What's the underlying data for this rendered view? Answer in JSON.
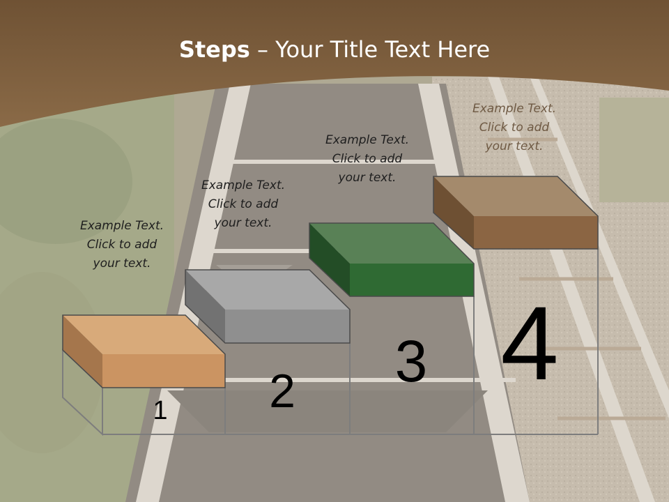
{
  "slide": {
    "title_bold": "Steps",
    "title_rest": " – Your Title Text Here"
  },
  "steps": [
    {
      "number": "1",
      "line1": "Example Text.",
      "line2": "Click  to add",
      "line3": "your text.",
      "color": "#cb9462"
    },
    {
      "number": "2",
      "line1": "Example Text.",
      "line2": "Click  to add",
      "line3": "your text.",
      "color": "#8f8f8f"
    },
    {
      "number": "3",
      "line1": "Example Text.",
      "line2": "Click  to add",
      "line3": "your text.",
      "color": "#2f6a33"
    },
    {
      "number": "4",
      "line1": "Example Text.",
      "line2": "Click  to add",
      "line3": "your text.",
      "color": "#8b6543"
    }
  ],
  "colors": {
    "header_brown": "#7b5a3a",
    "step4_text": "#6f5a44"
  }
}
